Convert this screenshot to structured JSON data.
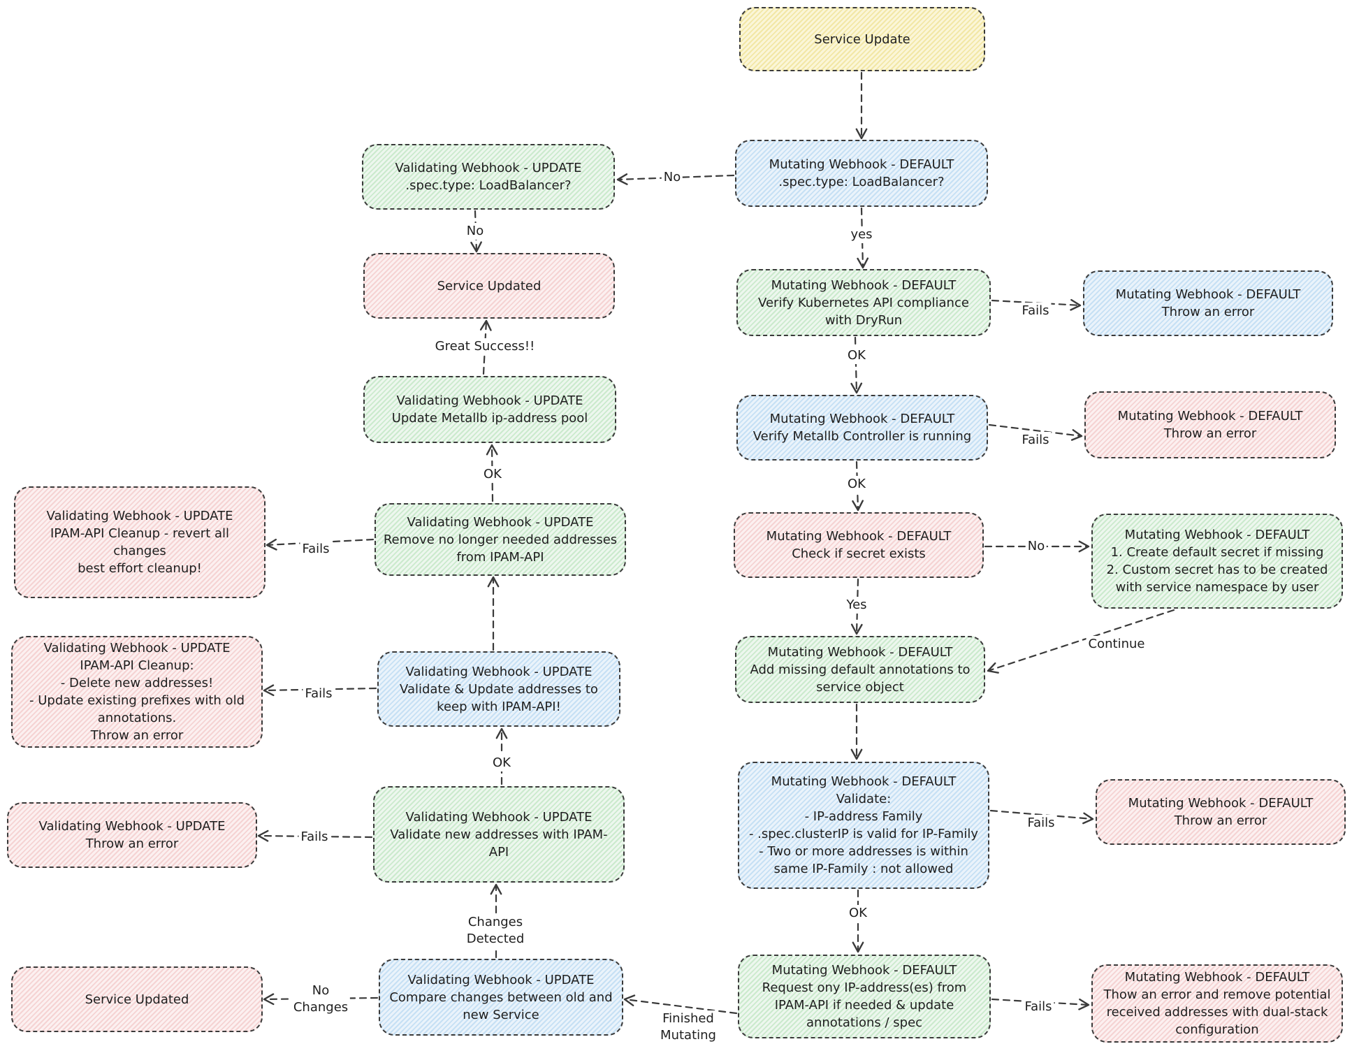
{
  "nodes": {
    "service_update": "Service Update",
    "mut_type": "Mutating Webhook - DEFAULT\n.spec.type: LoadBalancer?",
    "val_type": "Validating Webhook - UPDATE\n.spec.type: LoadBalancer?",
    "service_updated_1": "Service Updated",
    "mut_dryrun": "Mutating Webhook - DEFAULT\nVerify Kubernetes API compliance with DryRun",
    "mut_dryrun_err": "Mutating Webhook - DEFAULT\nThrow an error",
    "val_pool": "Validating Webhook - UPDATE\nUpdate Metallb ip-address pool",
    "mut_controller": "Mutating Webhook - DEFAULT\nVerify Metallb Controller is running",
    "mut_controller_err": "Mutating Webhook - DEFAULT\nThrow an error",
    "val_cleanup_revert": "Validating Webhook - UPDATE\nIPAM-API Cleanup - revert all changes\nbest effort cleanup!",
    "val_remove": "Validating Webhook - UPDATE\nRemove no longer needed addresses from IPAM-API",
    "mut_secret": "Mutating Webhook - DEFAULT\nCheck if secret exists",
    "mut_secret_create": "Mutating Webhook - DEFAULT\n1. Create default secret if missing\n2. Custom secret has to be created with service namespace by user",
    "val_cleanup_delete": "Validating Webhook - UPDATE\nIPAM-API Cleanup:\n- Delete new addresses!\n- Update existing prefixes with old annotations.\nThrow an error",
    "val_keep": "Validating Webhook - UPDATE\nValidate & Update addresses to keep with IPAM-API!",
    "mut_annotations": "Mutating Webhook - DEFAULT\nAdd missing default annotations to service object",
    "val_error": "Validating Webhook - UPDATE\nThrow an error",
    "val_new": "Validating Webhook - UPDATE\nValidate new addresses with IPAM-API",
    "mut_validate": "Mutating Webhook - DEFAULT\nValidate:\n- IP-address Family\n- .spec.clusterIP is valid for IP-Family\n- Two or more addresses is within same IP-Family : not allowed",
    "mut_validate_err": "Mutating Webhook - DEFAULT\nThrow an error",
    "service_updated_2": "Service Updated",
    "val_compare": "Validating Webhook - UPDATE\nCompare changes between old and new Service",
    "mut_request": "Mutating Webhook - DEFAULT\nRequest ony IP-address(es) from IPAM-API if needed & update annotations / spec",
    "mut_request_err": "Mutating Webhook - DEFAULT\nThow an error and remove potential received addresses with dual-stack configuration"
  },
  "edge_labels": {
    "no_1": "No",
    "yes_1": "yes",
    "no_2": "No",
    "fails_1": "Fails",
    "ok_1": "OK",
    "great_success": "Great Success!!",
    "fails_2": "Fails",
    "ok_2": "OK",
    "ok_3": "OK",
    "fails_3": "Fails",
    "no_3": "No",
    "yes_2": "Yes",
    "continue": "Continue",
    "fails_4": "Fails",
    "ok_4": "OK",
    "fails_5": "Fails",
    "fails_6": "Fails",
    "changes_detected": "Changes\nDetected",
    "ok_5": "OK",
    "no_changes": "No\nChanges",
    "finished_mutating": "Finished\nMutating",
    "fails_7": "Fails"
  },
  "colors": {
    "yellow": "#f2e7a6",
    "blue": "#c6e0f4",
    "green": "#cbeacd",
    "red": "#f5d3d3",
    "stroke": "#3a3a3a"
  }
}
